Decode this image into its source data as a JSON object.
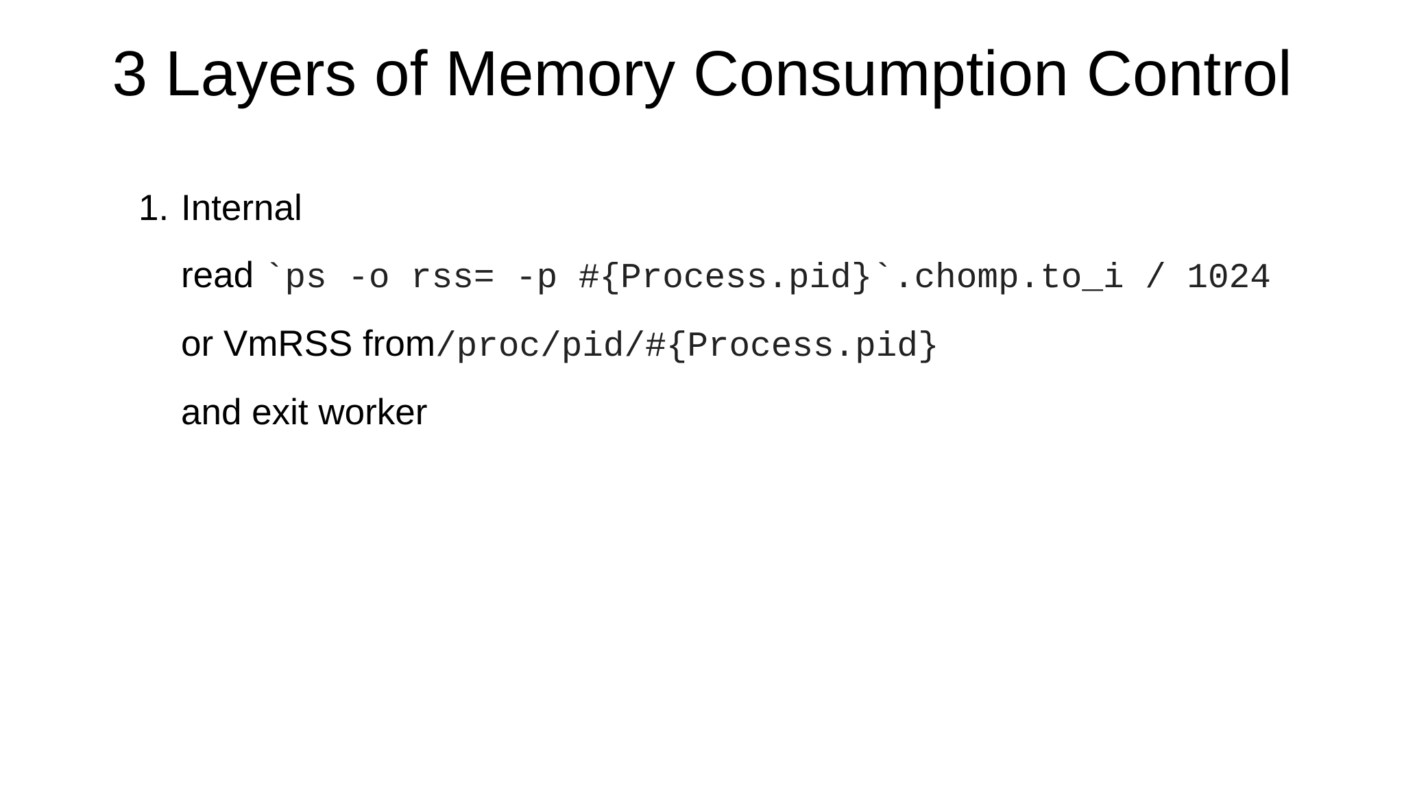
{
  "slide": {
    "title": "3 Layers of Memory Consumption Control",
    "items": [
      {
        "number": "1.",
        "label": "Internal",
        "lines": [
          {
            "text": "read ",
            "code": "`ps -o rss= -p #{Process.pid}`.chomp.to_i / 1024"
          },
          {
            "text": "or VmRSS from",
            "code": "/proc/pid/#{Process.pid}"
          },
          {
            "text": "and exit worker",
            "code": ""
          }
        ]
      }
    ]
  }
}
